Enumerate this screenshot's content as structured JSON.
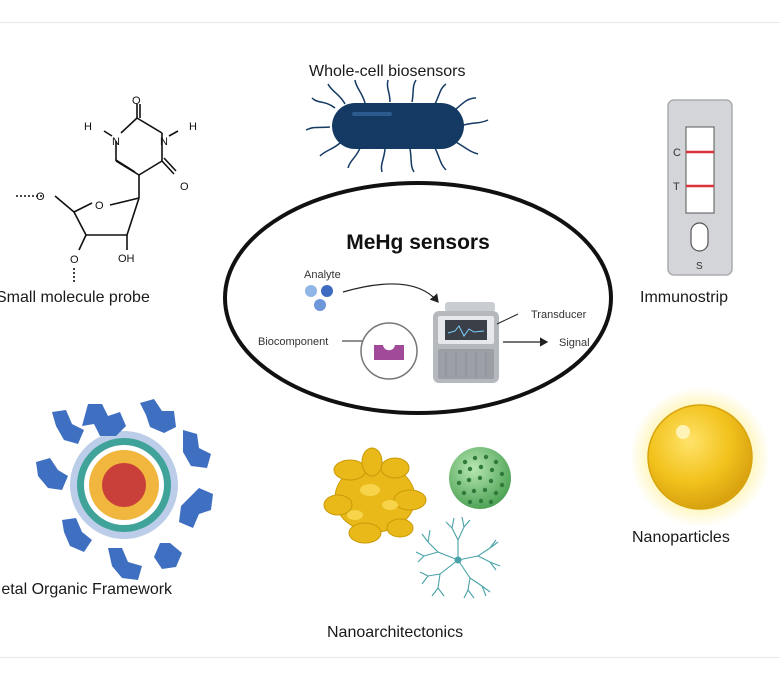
{
  "title": "MeHg sensors",
  "center": {
    "analyte": "Analyte",
    "biocomponent": "Biocomponent",
    "transducer": "Transducer",
    "signal": "Signal"
  },
  "labels": {
    "whole_cell": "Whole-cell biosensors",
    "small_molecule": "Small molecule probe",
    "immunostrip": "Immunostrip",
    "mof": "Metal Organic Framework",
    "nanoarch": "Nanoarchitectonics",
    "nanoparticles": "Nanoparticles"
  },
  "molecule": {
    "O_top": "O",
    "O_right": "O",
    "O_ring": "O",
    "O_left": "O",
    "O_bottom": "O",
    "H_left": "H",
    "H_right": "H",
    "N_left": "N",
    "N_right": "N",
    "OH": "OH"
  },
  "strip": {
    "c": "C",
    "t": "T",
    "s": "S"
  },
  "colors": {
    "mof_blue": "#3f6fc0",
    "gold": "#f2c21c",
    "bacterium": "#143a63",
    "strip_red": "#d9323b",
    "biocomponent": "#a24a9a"
  }
}
